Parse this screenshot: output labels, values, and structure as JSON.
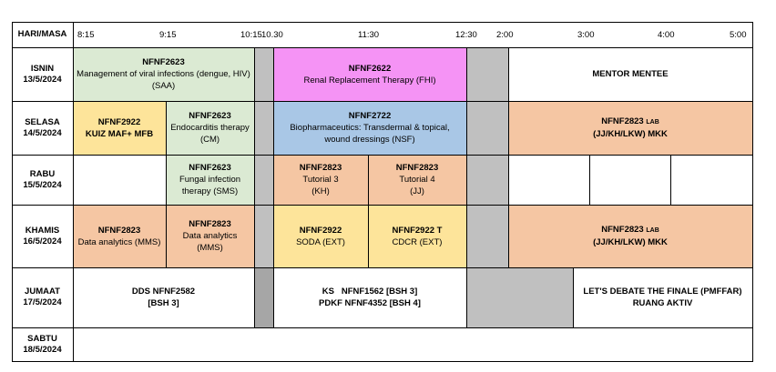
{
  "header": {
    "day_col": "HARI/MASA",
    "times": [
      "8:15",
      "9:15",
      "10:15",
      "10.30",
      "11:30",
      "12:30",
      "2:00",
      "3:00",
      "4:00",
      "5:00"
    ]
  },
  "days": [
    {
      "name": "ISNIN",
      "date": "13/5/2024"
    },
    {
      "name": "SELASA",
      "date": "14/5/2024"
    },
    {
      "name": "RABU",
      "date": "15/5/2024"
    },
    {
      "name": "KHAMIS",
      "date": "16/5/2024"
    },
    {
      "name": "JUMAAT",
      "date": "17/5/2024"
    },
    {
      "name": "SABTU",
      "date": "18/5/2024"
    }
  ],
  "colors": {
    "green": "#dbead3",
    "magenta": "#f593f5",
    "yellow": "#fde49a",
    "blue": "#a9c7e6",
    "peach": "#f5c6a3",
    "gray": "#c0c0c0",
    "dark_gray": "#a6a6a6"
  },
  "isnin": {
    "a_code": "NFNF2623",
    "a_desc": "Management of viral infections (dengue, HIV)",
    "a_lect": "(SAA)",
    "b_code": "NFNF2622",
    "b_desc": "Renal Replacement Therapy (FHI)",
    "c_text": "MENTOR MENTEE"
  },
  "selasa": {
    "a_code": "NFNF2922",
    "a_desc": "KUIZ MAF+ MFB",
    "b_code": "NFNF2623",
    "b_desc": "Endocarditis therapy",
    "b_lect": "(CM)",
    "c_code": "NFNF2722",
    "c_desc": "Biopharmaceutics: Transdermal & topical, wound dressings (NSF)",
    "d_code": "NFNF2823",
    "d_tag": "LAB",
    "d_desc": "(JJ/KH/LKW) MKK"
  },
  "rabu": {
    "a_code": "NFNF2623",
    "a_desc": "Fungal infection therapy (SMS)",
    "b_code": "NFNF2823",
    "b_desc": "Tutorial 3",
    "b_lect": "(KH)",
    "c_code": "NFNF2823",
    "c_desc": "Tutorial 4",
    "c_lect": "(JJ)"
  },
  "khamis": {
    "a_code": "NFNF2823",
    "a_desc": "Data analytics (MMS)",
    "b_code": "NFNF2823",
    "b_desc": "Data analytics",
    "b_lect": "(MMS)",
    "c_code": "NFNF2922",
    "c_desc": "SODA (EXT)",
    "d_code": "NFNF2922 T",
    "d_desc": "CDCR (EXT)",
    "e_code": "NFNF2823",
    "e_tag": "LAB",
    "e_desc": "(JJ/KH/LKW) MKK"
  },
  "jumaat": {
    "a_line1": "DDS NFNF2582",
    "a_line2": "[BSH 3]",
    "b_line1": "KS   NFNF1562 [BSH 3]",
    "b_line2": "PDKF NFNF4352 [BSH 4]",
    "c_line1": "LET'S DEBATE THE FINALE (PMFFAR)",
    "c_line2": "RUANG AKTIV"
  }
}
